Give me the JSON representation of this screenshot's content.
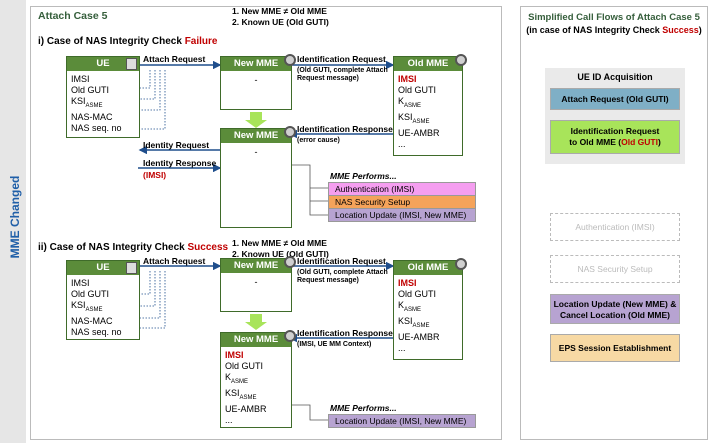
{
  "side_label": "MME Changed",
  "left": {
    "title": "Attach Case 5",
    "sec1": {
      "prefix": "i) Case of NAS Integrity Check ",
      "emph": "Failure"
    },
    "sec2": {
      "prefix": "ii) Case of NAS Integrity Check ",
      "emph": "Success"
    },
    "cond1": "1. New MME ≠ Old MME",
    "cond2": "2. Known UE (Old GUTI)",
    "ue_title": "UE",
    "ue_rows": [
      "IMSI",
      "Old GUTI",
      "KSI",
      "NAS-MAC",
      "NAS seq. no"
    ],
    "ksi_sub": "ASME",
    "new_mme": "New MME",
    "old_mme": "Old MME",
    "dash": "-",
    "old_rows": [
      "IMSI",
      "Old GUTI",
      "K",
      "KSI",
      "UE-AMBR",
      "..."
    ],
    "k_sub": "ASME",
    "attach_request": "Attach Request",
    "id_request": "Identification Request",
    "id_req_note1": "(Old GUTI, complete Attach Request message)",
    "id_req_note2": "(Old GUTI, complete Attach Request message)",
    "id_response": "Identification Response",
    "id_resp_note1": "(error cause)",
    "id_resp_note2": "(IMSI, UE MM Context)",
    "identity_request": "Identity Request",
    "identity_response": "Identity Response",
    "identity_resp_imsi": "(IMSI)",
    "mme_performs": "MME Performs...",
    "bars1": [
      "Authentication (IMSI)",
      "NAS Security Setup",
      "Location Update (IMSI, New MME)"
    ],
    "bars2": [
      "Location Update (IMSI, New MME)"
    ],
    "new2_rows": [
      "IMSI",
      "Old GUTI",
      "K",
      "KSI",
      "UE-AMBR",
      "..."
    ]
  },
  "right": {
    "title": "Simplified Call Flows of Attach Case 5",
    "subtitle_prefix": "(in case of NAS Integrity Check ",
    "subtitle_emph": "Success",
    "subtitle_suffix": ")",
    "group_label": "UE ID Acquisition",
    "step1": "Attach Request (Old GUTI)",
    "step2a": "Identification Request",
    "step2b_prefix": "to Old MME (",
    "step2b_emph": "Old GUTI",
    "step2b_suffix": ")",
    "step3": "Authentication (IMSI)",
    "step4": "NAS Security Setup",
    "step5": "Location Update (New MME) & Cancel Location (Old MME)",
    "step6": "EPS Session Establishment"
  },
  "colors": {
    "accent_red": "#c00000",
    "green_header": "#5b8c3a",
    "auth_pink": "#f59ef0",
    "security_orange": "#f5a35a",
    "location_purple": "#b7a3d1",
    "attach_blue": "#7fafc6",
    "id_green": "#a8e45a",
    "eps_tan": "#f7d9a4"
  }
}
